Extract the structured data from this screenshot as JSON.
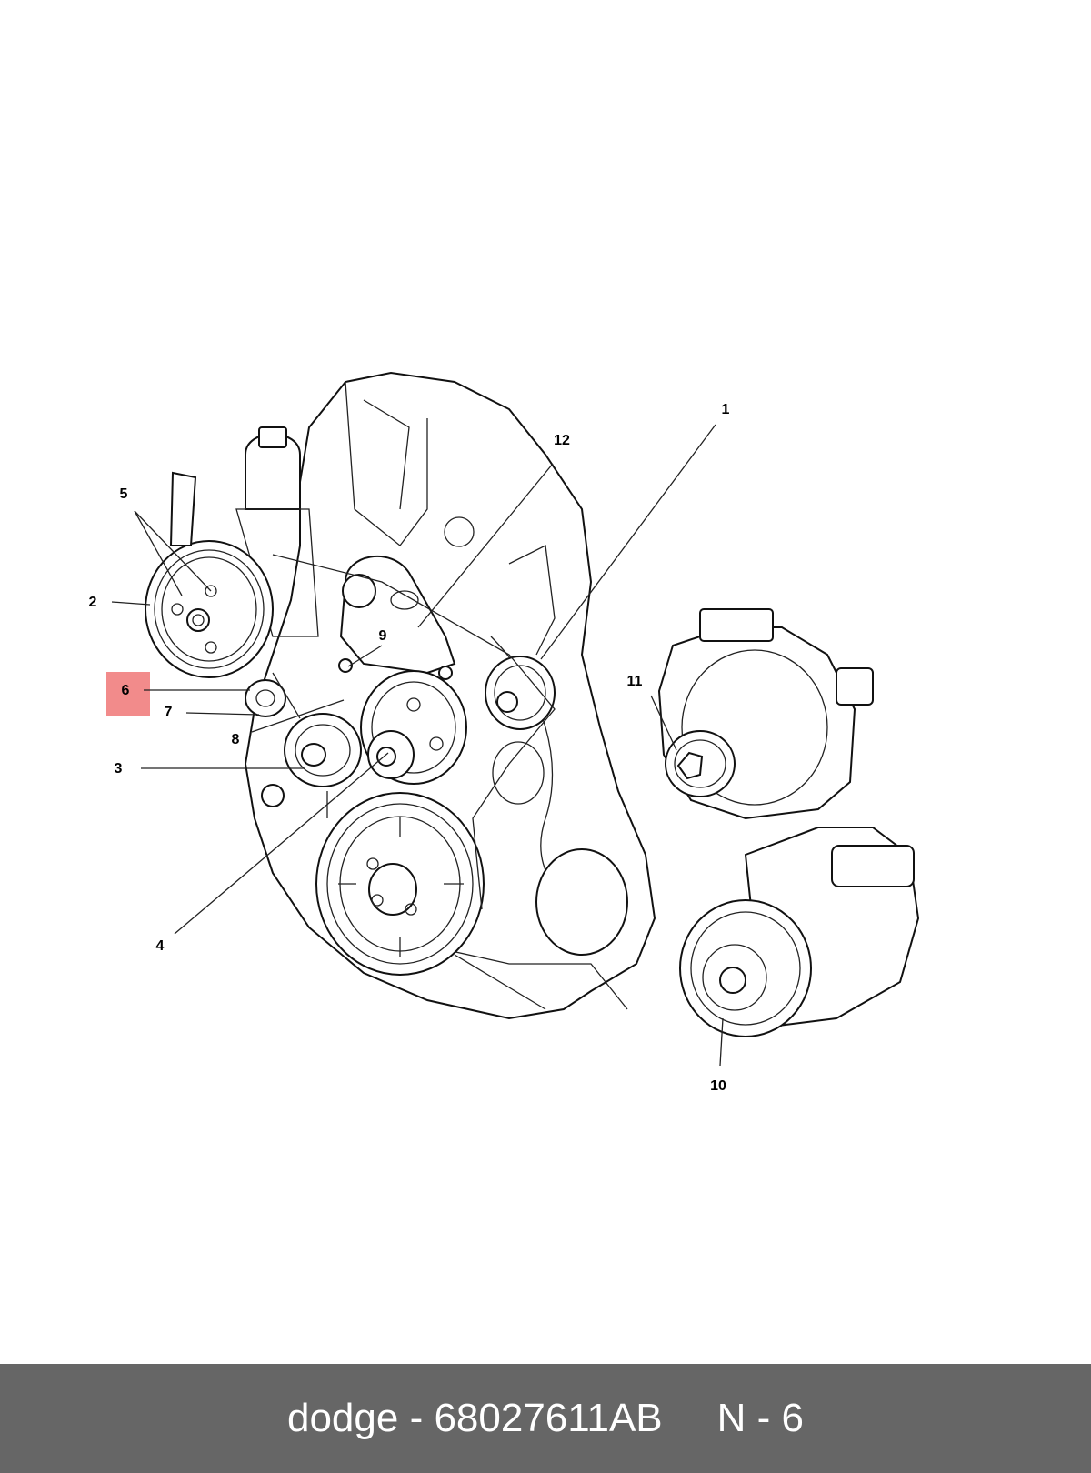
{
  "callouts": {
    "c1": "1",
    "c2": "2",
    "c3": "3",
    "c4": "4",
    "c5": "5",
    "c6": "6",
    "c7": "7",
    "c8": "8",
    "c9": "9",
    "c10": "10",
    "c11": "11",
    "c12": "12"
  },
  "highlighted_callout": "6",
  "highlight_color": "#f28b8b",
  "footer": {
    "brand": "dodge",
    "separator": "-",
    "part_number": "68027611AB",
    "ref_label": "N - 6"
  },
  "footer_bg_color": "#666666"
}
